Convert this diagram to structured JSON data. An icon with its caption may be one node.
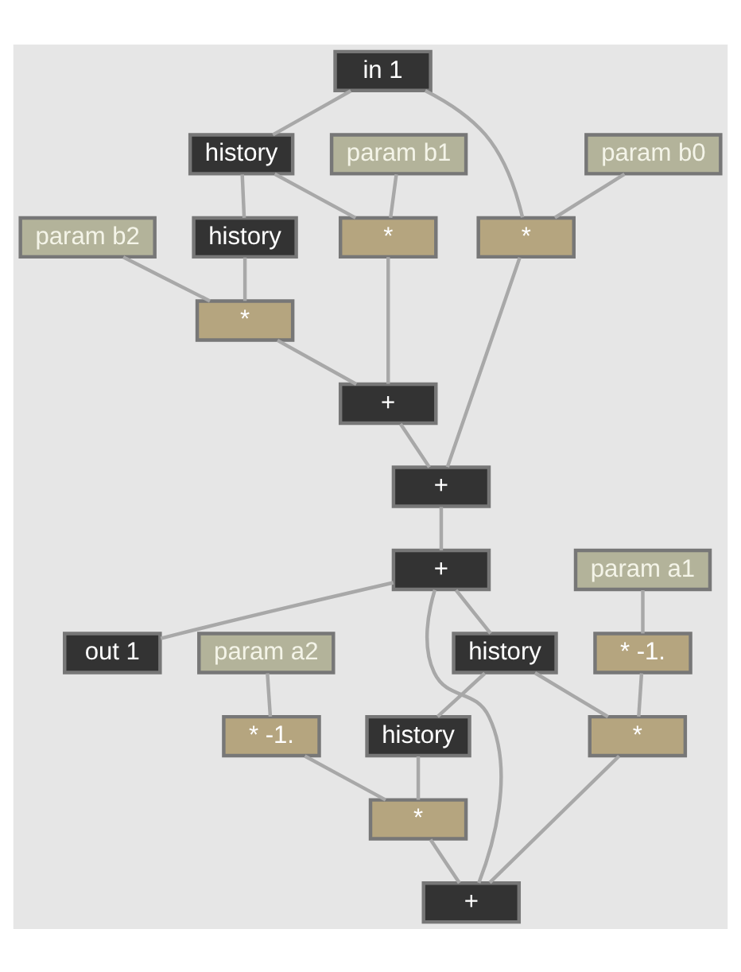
{
  "diagram": {
    "nodes": [
      {
        "text": [
          "in 1"
        ]
      },
      {
        "text": [
          "param b0"
        ]
      },
      {
        "text": [
          "history"
        ]
      },
      {
        "text": [
          "param b1"
        ]
      },
      {
        "text": [
          "*"
        ]
      },
      {
        "text": [
          "*"
        ]
      },
      {
        "text": [
          "history"
        ]
      },
      {
        "text": [
          "param b2"
        ]
      },
      {
        "text": [
          "*"
        ]
      },
      {
        "text": [
          "* -1."
        ]
      },
      {
        "text": [
          "param a1"
        ]
      },
      {
        "text": [
          "+"
        ]
      },
      {
        "text": [
          "* -1."
        ]
      },
      {
        "text": [
          "param a2"
        ]
      },
      {
        "text": [
          "+"
        ]
      },
      {
        "text": [
          "+"
        ]
      },
      {
        "text": [
          "history"
        ]
      },
      {
        "text": [
          "*"
        ]
      },
      {
        "text": [
          "history"
        ]
      },
      {
        "text": [
          "*"
        ]
      },
      {
        "text": [
          "+"
        ]
      },
      {
        "text": [
          "out 1"
        ]
      }
    ],
    "edges": [
      {
        "from": 0,
        "to": 4,
        "arrow": "none"
      },
      {
        "from": 0,
        "to": 2,
        "arrow": "none"
      },
      {
        "from": 1,
        "to": 4,
        "arrow": "none"
      },
      {
        "from": 2,
        "to": 5,
        "arrow": "none"
      },
      {
        "from": 3,
        "to": 5,
        "arrow": "none"
      },
      {
        "from": 2,
        "to": 6,
        "arrow": "none"
      },
      {
        "from": 6,
        "to": 8,
        "arrow": "none"
      },
      {
        "from": 7,
        "to": 8,
        "arrow": "none"
      },
      {
        "from": 5,
        "to": 11,
        "arrow": "none"
      },
      {
        "from": 8,
        "to": 11,
        "arrow": "none"
      },
      {
        "from": 10,
        "to": 9,
        "arrow": "none"
      },
      {
        "from": 13,
        "to": 12,
        "arrow": "none"
      },
      {
        "from": 4,
        "to": 14,
        "arrow": "none"
      },
      {
        "from": 11,
        "to": 14,
        "arrow": "none"
      },
      {
        "from": 14,
        "to": 15,
        "arrow": "none"
      },
      {
        "from": 20,
        "to": 15,
        "arrow": "none"
      },
      {
        "from": 15,
        "to": 16,
        "arrow": "none"
      },
      {
        "from": 15,
        "to": 21,
        "arrow": "none"
      },
      {
        "from": 16,
        "to": 17,
        "arrow": "none"
      },
      {
        "from": 9,
        "to": 17,
        "arrow": "none"
      },
      {
        "from": 16,
        "to": 18,
        "arrow": "none"
      },
      {
        "from": 18,
        "to": 19,
        "arrow": "none"
      },
      {
        "from": 12,
        "to": 19,
        "arrow": "none"
      },
      {
        "from": 17,
        "to": 20,
        "arrow": "none"
      },
      {
        "from": 19,
        "to": 20,
        "arrow": "none"
      }
    ]
  }
}
